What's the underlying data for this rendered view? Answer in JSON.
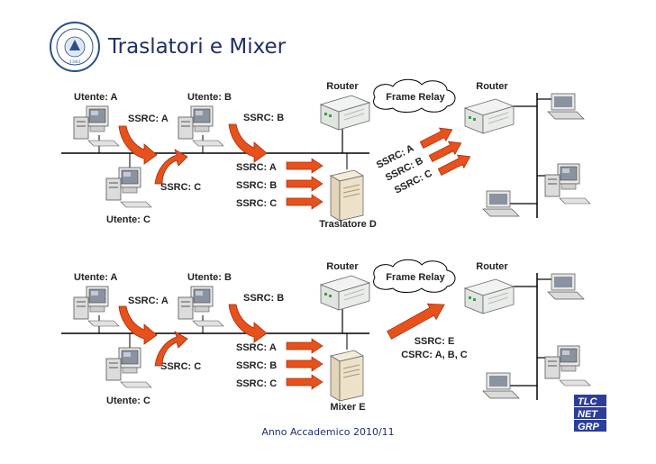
{
  "title": "Traslatori e Mixer",
  "footer": "Anno Accademico 2010/11",
  "colors": {
    "title": "#1f2f66",
    "arrow": "#e8501c",
    "arrow_stroke": "#9a3010",
    "line": "#000000"
  },
  "logos": {
    "seal": "university-seal",
    "seal_year": "1343",
    "tlc_lines": [
      "TLC",
      "NET",
      "GRP"
    ]
  },
  "top": {
    "router_left": "Router",
    "router_right": "Router",
    "cloud": "Frame Relay",
    "user_a": "Utente: A",
    "user_b": "Utente: B",
    "user_c": "Utente: C",
    "ssrc_a": "SSRC: A",
    "ssrc_b": "SSRC: B",
    "ssrc_c": "SSRC: C",
    "in_a": "SSRC: A",
    "in_b": "SSRC: B",
    "in_c": "SSRC: C",
    "out_a": "SSRC: A",
    "out_b": "SSRC: B",
    "out_c": "SSRC: C",
    "device": "Traslatore D"
  },
  "bottom": {
    "router_left": "Router",
    "router_right": "Router",
    "cloud": "Frame Relay",
    "user_a": "Utente: A",
    "user_b": "Utente: B",
    "user_c": "Utente: C",
    "ssrc_a": "SSRC: A",
    "ssrc_b": "SSRC: B",
    "ssrc_c": "SSRC: C",
    "in_a": "SSRC: A",
    "in_b": "SSRC: B",
    "in_c": "SSRC: C",
    "out_ssrc": "SSRC: E",
    "out_csrc": "CSRC: A, B, C",
    "device": "Mixer E"
  }
}
